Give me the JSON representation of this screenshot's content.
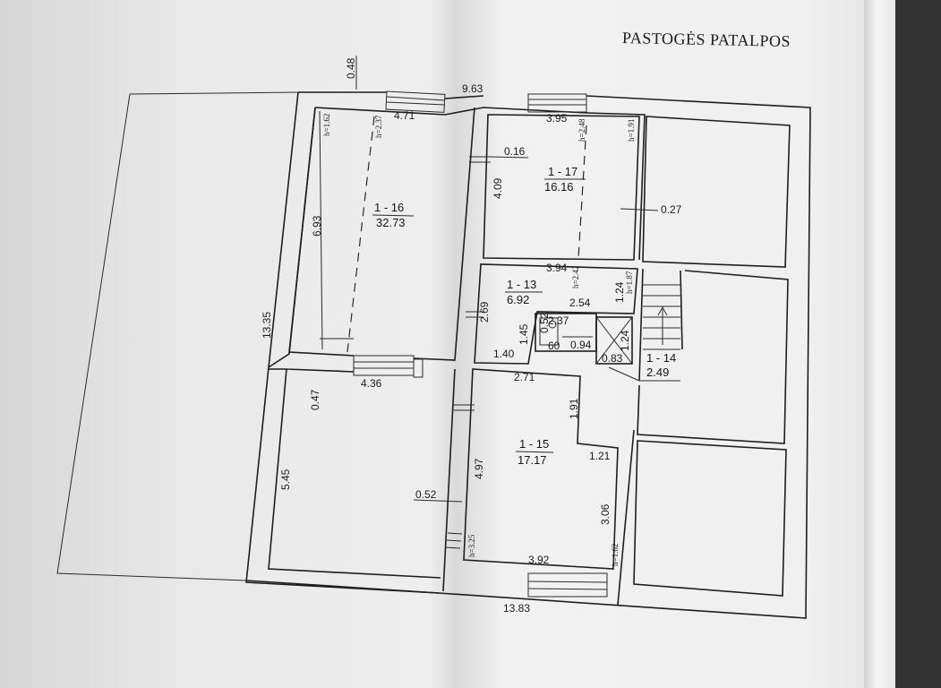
{
  "title": "PASTOGĖS PATALPOS",
  "rooms": {
    "r16": {
      "id": "1 - 16",
      "area": "32.73"
    },
    "r17": {
      "id": "1 - 17",
      "area": "16.16"
    },
    "r13": {
      "id": "1 - 13",
      "area": "6.92"
    },
    "r14": {
      "id": "1 - 14",
      "area": "2.49"
    },
    "r15": {
      "id": "1 - 15",
      "area": "17.17"
    }
  },
  "dims": {
    "d048": "0.48",
    "d963": "9.63",
    "d471": "4.71",
    "d395": "3.95",
    "d693": "6.93",
    "d1335": "13.35",
    "d016": "0.16",
    "d409": "4.09",
    "d027": "0.27",
    "d394": "3.94",
    "d124": "1.24",
    "d269": "2.69",
    "d254": "2.54",
    "d145": "1.45",
    "d237": "2.37",
    "d140": "1.40",
    "d060": "60",
    "d094": "0.94",
    "d124b": "1.24",
    "d083": "0.83",
    "d052x": "0.52",
    "d436": "4.36",
    "d047": "0.47",
    "d271": "2.71",
    "d191": "1.91",
    "d545": "5.45",
    "d121": "1.21",
    "d497": "4.97",
    "d052": "0.52",
    "d306": "3.06",
    "d392": "3.92",
    "d1383": "13.83"
  },
  "heights": {
    "h162a": "h=1.62",
    "h237": "h=2.37",
    "h248": "h=2.48",
    "h191": "h=1.91",
    "h242": "h=2.42",
    "h187": "h=1.87",
    "h325": "h=3.25",
    "h162b": "h=1.62"
  }
}
